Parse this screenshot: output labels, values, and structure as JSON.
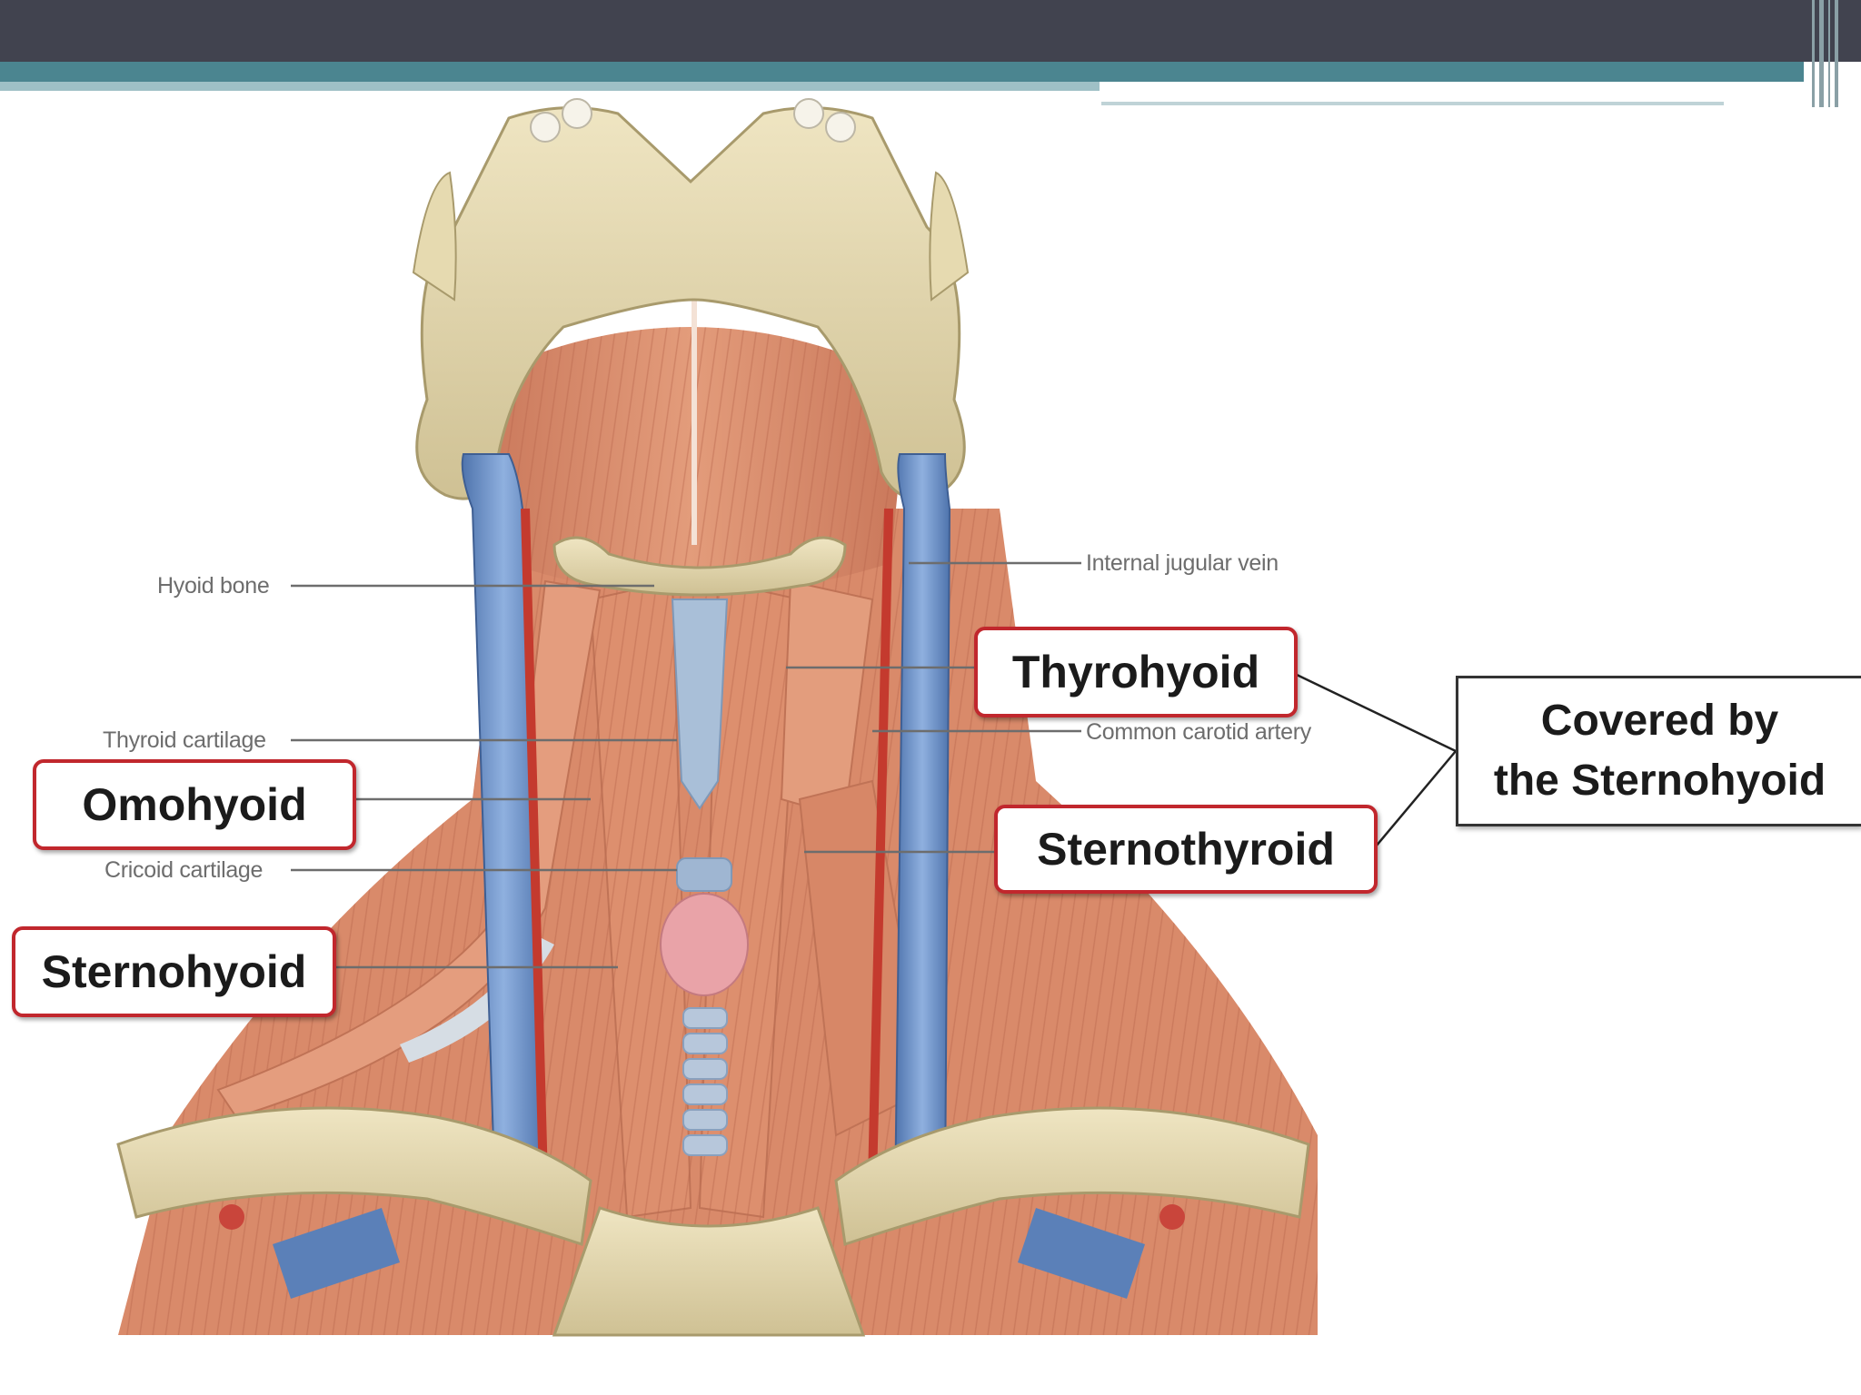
{
  "labels": {
    "hyoid_bone": "Hyoid bone",
    "thyroid_cartilage": "Thyroid cartilage",
    "cricoid_cartilage": "Cricoid cartilage",
    "internal_jugular_vein": "Internal jugular vein",
    "common_carotid_artery": "Common carotid artery"
  },
  "callouts": {
    "omohyoid": "Omohyoid",
    "sternohyoid": "Sternohyoid",
    "thyrohyoid": "Thyrohyoid",
    "sternothyroid": "Sternothyroid"
  },
  "note": {
    "line1": "Covered by",
    "line2": "the Sternohyoid"
  },
  "colors": {
    "header": "#41434f",
    "accent": "#4b8590",
    "callout_border": "#c1272d",
    "muscle": "#d98a6a",
    "bone": "#e3d7ad",
    "vein": "#6a8fc6"
  }
}
